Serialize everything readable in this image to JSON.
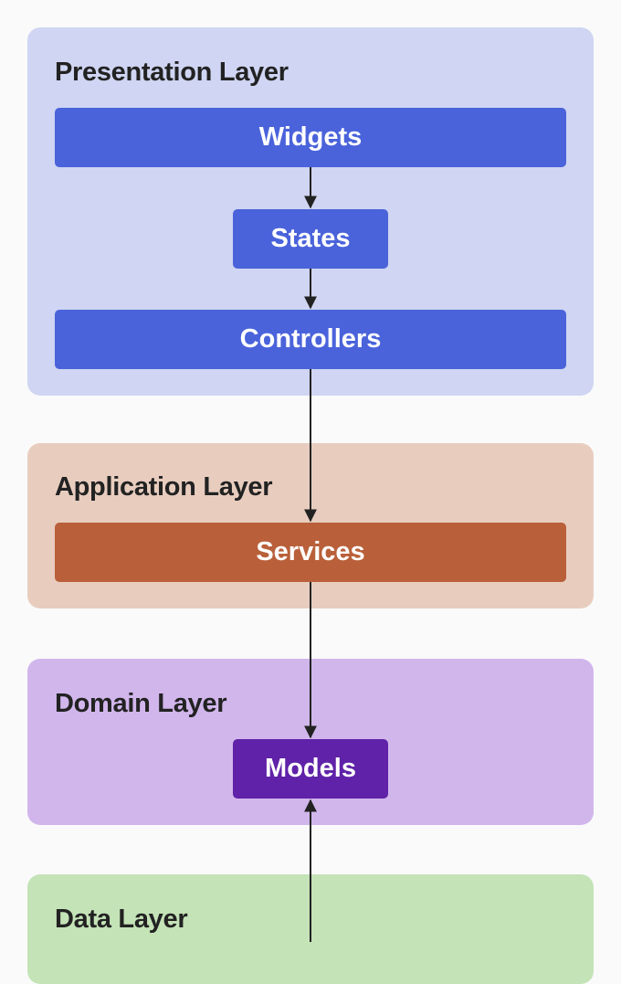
{
  "layers": {
    "presentation": {
      "title": "Presentation Layer",
      "color": "#cfd5f2"
    },
    "application": {
      "title": "Application Layer",
      "color": "#e8cdbf"
    },
    "domain": {
      "title": "Domain Layer",
      "color": "#d1b6ec"
    },
    "data": {
      "title": "Data Layer",
      "color": "#c4e3b7"
    }
  },
  "components": {
    "widgets": "Widgets",
    "states": "States",
    "controllers": "Controllers",
    "services": "Services",
    "models": "Models"
  },
  "colors": {
    "presentation_box": "#4a63db",
    "application_box": "#b9603a",
    "domain_box": "#5f22a8",
    "arrow": "#222222"
  },
  "flows": [
    {
      "from": "widgets",
      "to": "states"
    },
    {
      "from": "states",
      "to": "controllers"
    },
    {
      "from": "controllers",
      "to": "services"
    },
    {
      "from": "services",
      "to": "models"
    },
    {
      "from": "data",
      "to": "models"
    }
  ]
}
